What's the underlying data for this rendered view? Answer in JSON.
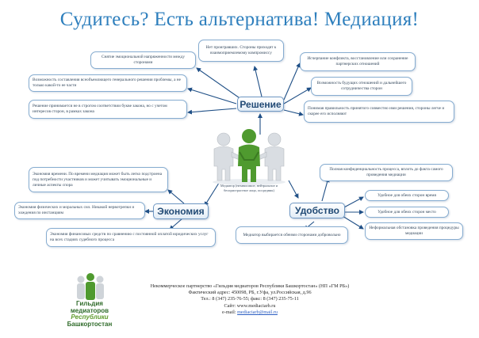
{
  "title": "Судитесь? Есть альтернатива! Медиация!",
  "hubs": {
    "solution": "Решение",
    "economy": "Экономия",
    "convenience": "Удобство"
  },
  "mediator_caption": "Медиатор (независимое, нейтральное и беспристрастное лицо, посредник)",
  "solution_items": [
    "Нет проигравших. Стороны приходят к взаимоприемлемому компромиссу",
    "Снятие эмоциональной напряженности между сторонами",
    "Возможность составления всеобъемлющего генерального решения проблемы, а не только какой-то ее части",
    "Решение принимается не в строгом соответствии букве закона, но с учетом интересов сторон, в рамках закона",
    "Исчерпание конфликта, восстановление или сохранение партнерских отношений",
    "Возможность будущих отношений и дальнейшего сотрудничества сторон",
    "Понимая правильность принятого совместно ими решения, стороны легче и скорее его исполняют"
  ],
  "economy_items": [
    "Экономия времени. По времени медиация может быть легко подстроена под потребности участников и может учитывать эмоциональные и личные аспекты спора",
    "Экономия физических и моральных сил. Никакой нервотрепки и хождения по инстанциям",
    "Экономия финансовых средств по сравнению с постоянной оплатой юридических услуг на всех стадиях судебного процесса"
  ],
  "convenience_items": [
    "Полная конфиденциальность процесса, вплоть до факта самого проведения медиации",
    "Удобное для обеих сторон время",
    "Удобное для обеих сторон место",
    "Неформальная обстановка проведения процедуры медиации",
    "Медиатор выбирается обеими сторонами добровольно"
  ],
  "logo": {
    "line1": "Гильдия",
    "line2": "медиаторов",
    "line3": "Республики",
    "line4": "Башкортостан"
  },
  "footer": {
    "org": "Некоммерческое партнерство «Гильдия медиаторов Республики Башкортостан» (НП «ГМ РБ»)",
    "address": "Фактический адрес: 450098, РБ, г.Уфа, ул.Российская, д.96",
    "phone": "Тел.: 8 (347) 235-76-55; факс: 8 (347) 235-75-11",
    "site": "Сайт: www.mediaciarb.ru",
    "email_label": "e-mail: ",
    "email": "mediaciarb@mail.ru"
  },
  "colors": {
    "title": "#2e7fbd",
    "arrow": "#1f4f86",
    "box_border": "#86acd0",
    "figure_center": "#4f9a2f",
    "figure_side": "#d9dde2"
  }
}
